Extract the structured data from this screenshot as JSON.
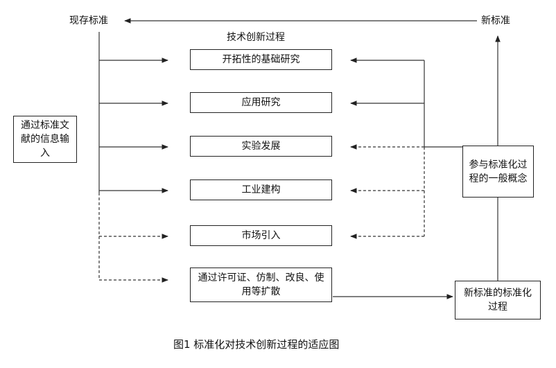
{
  "labels": {
    "current_standard": "现存标准",
    "new_standard": "新标准",
    "tech_innovation_process": "技术创新过程"
  },
  "left_box": "通过标准文献的信息输入",
  "stages": [
    "开拓性的基础研究",
    "应用研究",
    "实验发展",
    "工业建构",
    "市场引入",
    "通过许可证、仿制、改良、使用等扩散"
  ],
  "right_box_top": "参与标准化过程的一般概念",
  "right_box_bottom": "新标准的标准化过程",
  "caption": "图1  标准化对技术创新过程的适应图"
}
